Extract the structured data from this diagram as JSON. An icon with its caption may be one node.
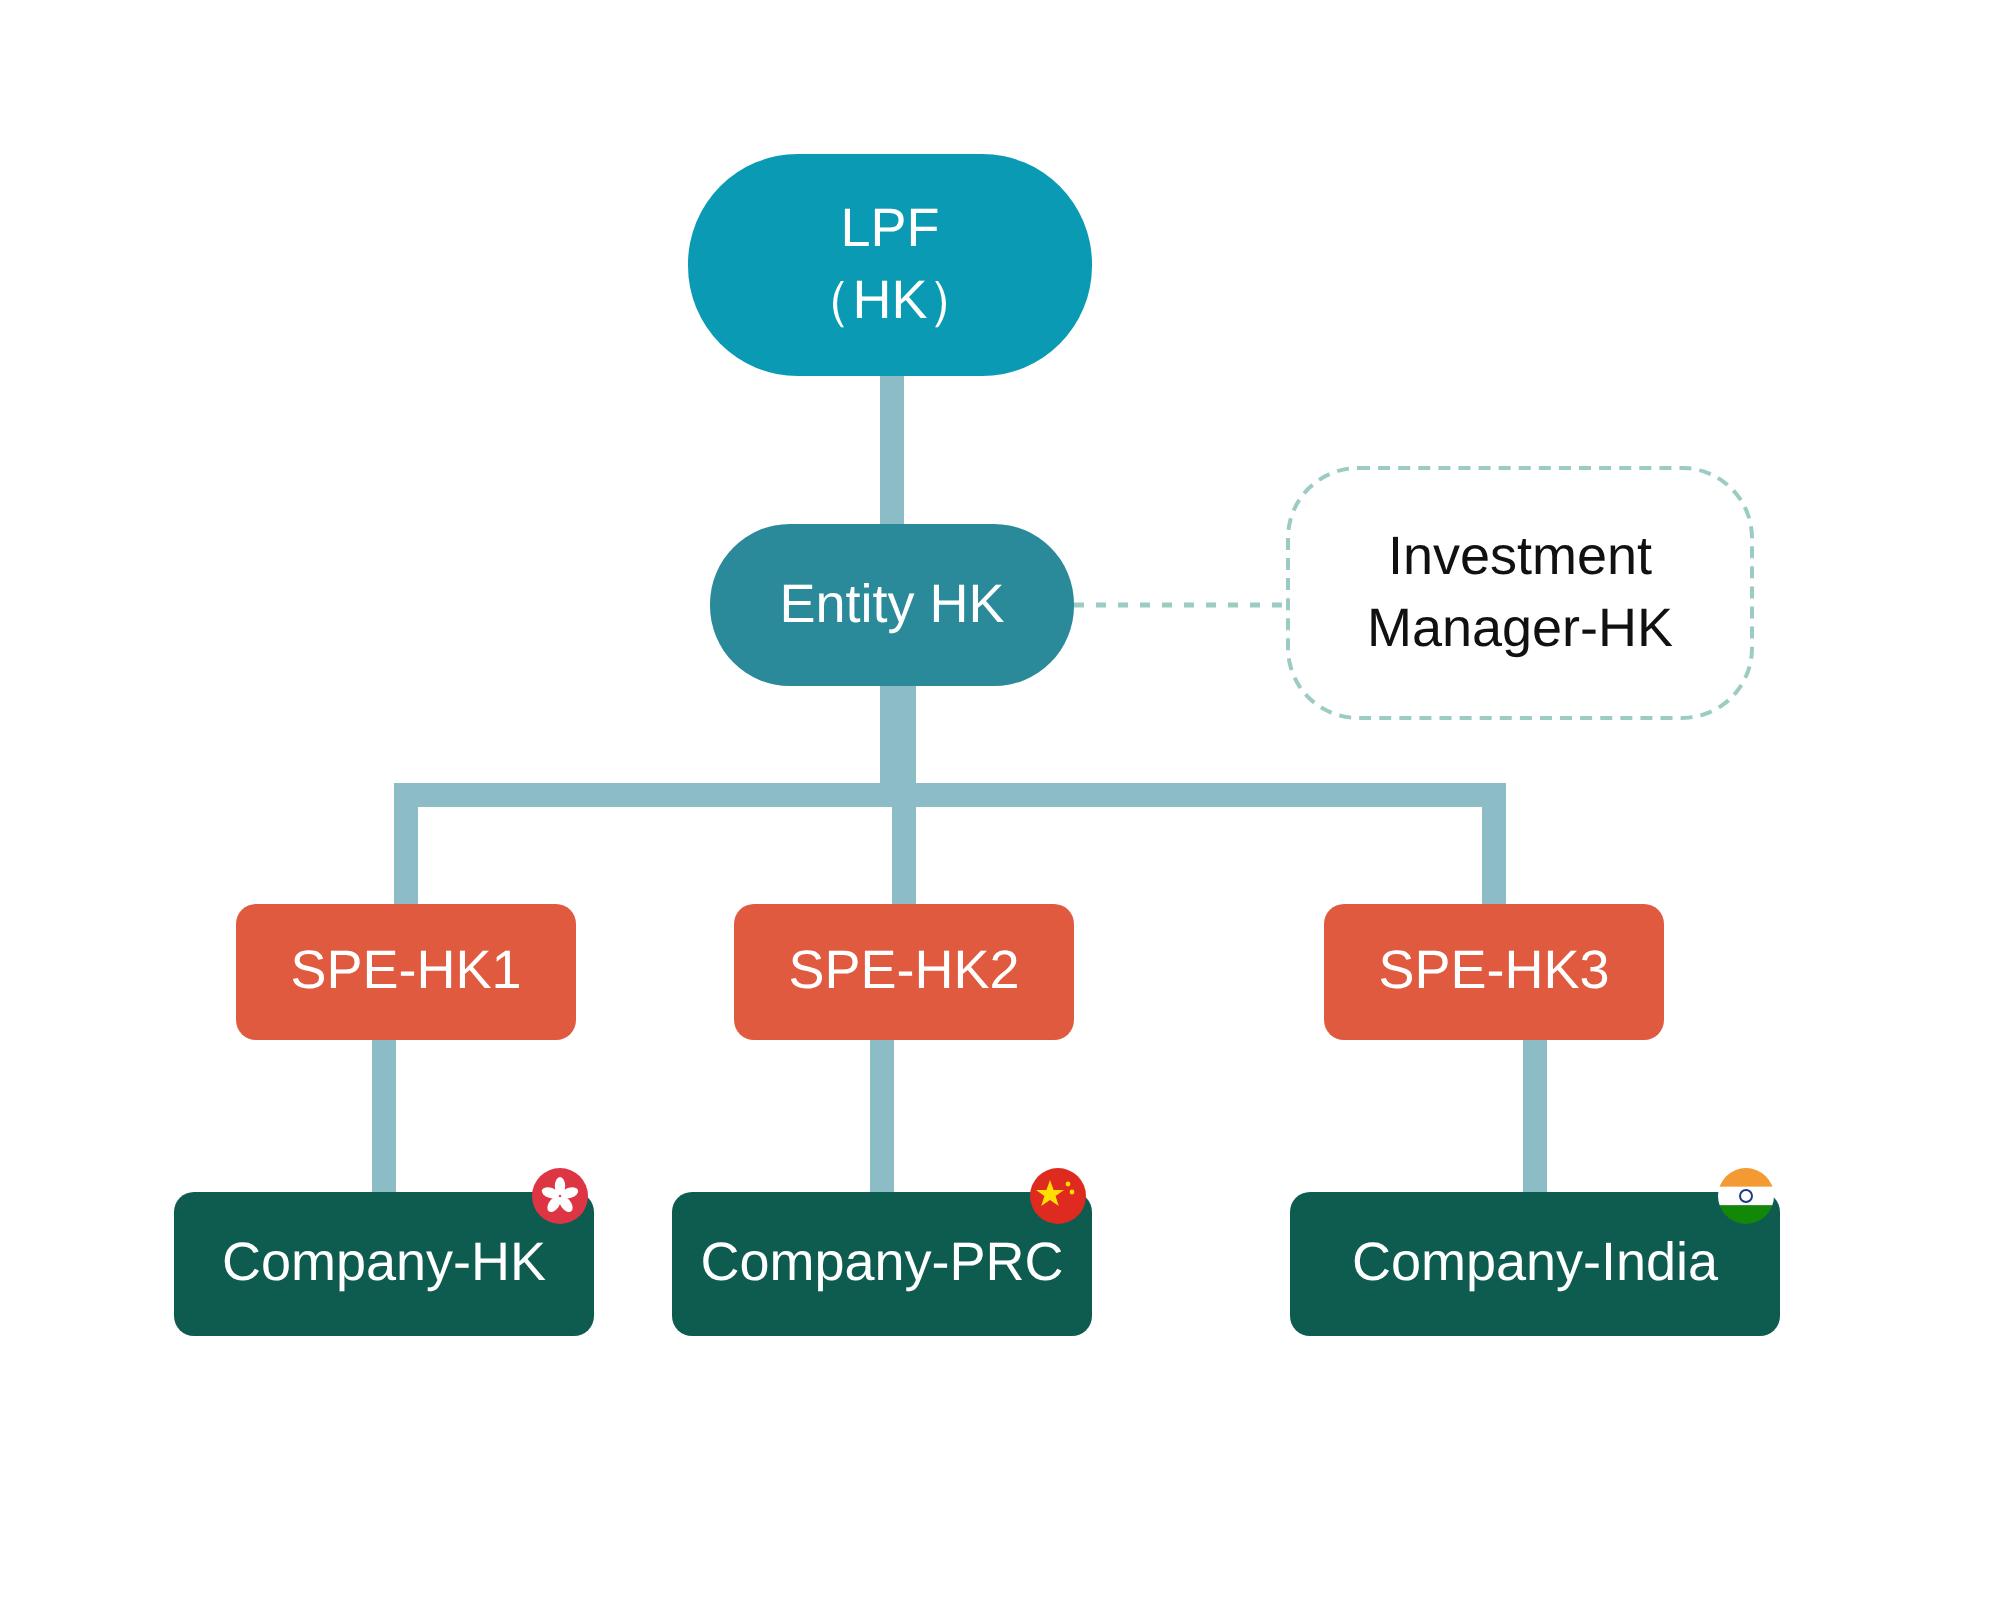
{
  "diagram": {
    "nodes": [
      {
        "text": [
          "LPF （HK）"
        ]
      },
      {
        "text": [
          "Entity HK"
        ]
      },
      {
        "text": [
          "Investment Manager-HK"
        ]
      },
      {
        "text": [
          "SPE-HK1"
        ]
      },
      {
        "text": [
          "SPE-HK2"
        ]
      },
      {
        "text": [
          "SPE-HK3"
        ]
      },
      {
        "text": [
          "Company-HK"
        ]
      },
      {
        "text": [
          "Company-PRC"
        ]
      },
      {
        "text": [
          "Company-India"
        ]
      }
    ],
    "edges": [
      {
        "from": 0,
        "to": 1,
        "arrow": "none"
      },
      {
        "from": 1,
        "to": 2,
        "arrow": "none",
        "style": "dashed",
        "color": "#9ccbc4"
      },
      {
        "from": 1,
        "to": 3,
        "arrow": "none"
      },
      {
        "from": 1,
        "to": 4,
        "arrow": "none"
      },
      {
        "from": 1,
        "to": 5,
        "arrow": "none"
      },
      {
        "from": 3,
        "to": 6,
        "arrow": "none"
      },
      {
        "from": 4,
        "to": 7,
        "arrow": "none"
      },
      {
        "from": 5,
        "to": 8,
        "arrow": "none"
      }
    ]
  }
}
